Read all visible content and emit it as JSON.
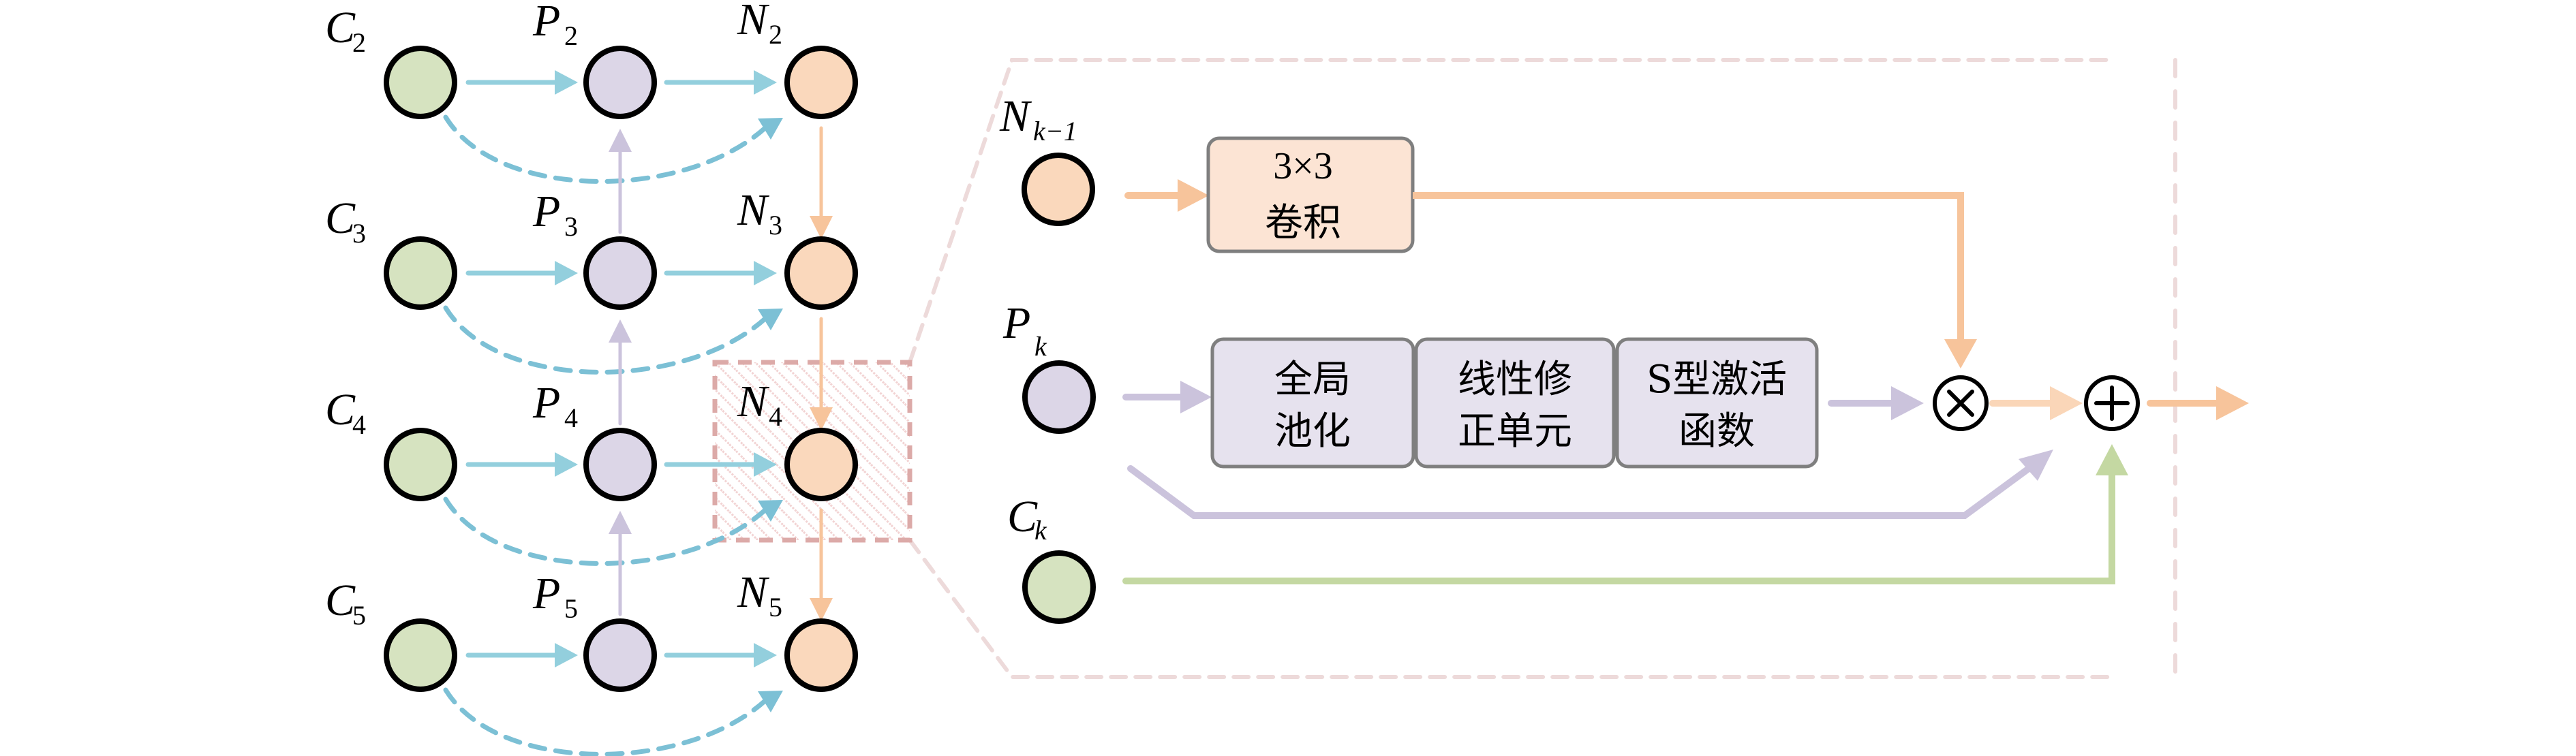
{
  "figure": {
    "colors": {
      "c_node": "#d6e3c0",
      "p_node": "#dcd6e7",
      "n_node": "#fad8bc",
      "lateral_arrow": "#93cfdd",
      "skip_dashed": "#7cc0d5",
      "bottom_up_arrow": "#cbc3dc",
      "top_down_arrow": "#f7c49b",
      "light_orange_arrow": "#fad6b8",
      "green_arrow": "#c4d8a2",
      "highlight_dash": "#dcaaa8",
      "zoom_outline": "#eddada",
      "conv_box": "#fce4d4",
      "attn_box": "#e6e2ee",
      "box_border": "#7f7f7f"
    }
  },
  "pyramid": {
    "columns": [
      "C",
      "P",
      "N"
    ],
    "rows": [
      {
        "c": {
          "base": "C",
          "sub": "2"
        },
        "p": {
          "base": "P",
          "sub": "2"
        },
        "n": {
          "base": "N",
          "sub": "2"
        }
      },
      {
        "c": {
          "base": "C",
          "sub": "3"
        },
        "p": {
          "base": "P",
          "sub": "3"
        },
        "n": {
          "base": "N",
          "sub": "3"
        }
      },
      {
        "c": {
          "base": "C",
          "sub": "4"
        },
        "p": {
          "base": "P",
          "sub": "4"
        },
        "n": {
          "base": "N",
          "sub": "4"
        }
      },
      {
        "c": {
          "base": "C",
          "sub": "5"
        },
        "p": {
          "base": "P",
          "sub": "5"
        },
        "n": {
          "base": "N",
          "sub": "5"
        }
      }
    ],
    "highlighted_node": "N4"
  },
  "detail": {
    "inputs": {
      "n_prev": {
        "base": "N",
        "sub": "k−1"
      },
      "p_k": {
        "base": "P",
        "sub": "k"
      },
      "c_k": {
        "base": "C",
        "sub": "k"
      }
    },
    "conv_box": {
      "line1": "3×3",
      "line2": "卷积"
    },
    "attention_boxes": [
      {
        "line1": "全局",
        "line2": "池化"
      },
      {
        "line1": "线性修",
        "line2": "正单元"
      },
      {
        "line1": "S型激活",
        "line2": "函数"
      }
    ],
    "multiply_symbol": "×",
    "add_symbol": "+"
  }
}
